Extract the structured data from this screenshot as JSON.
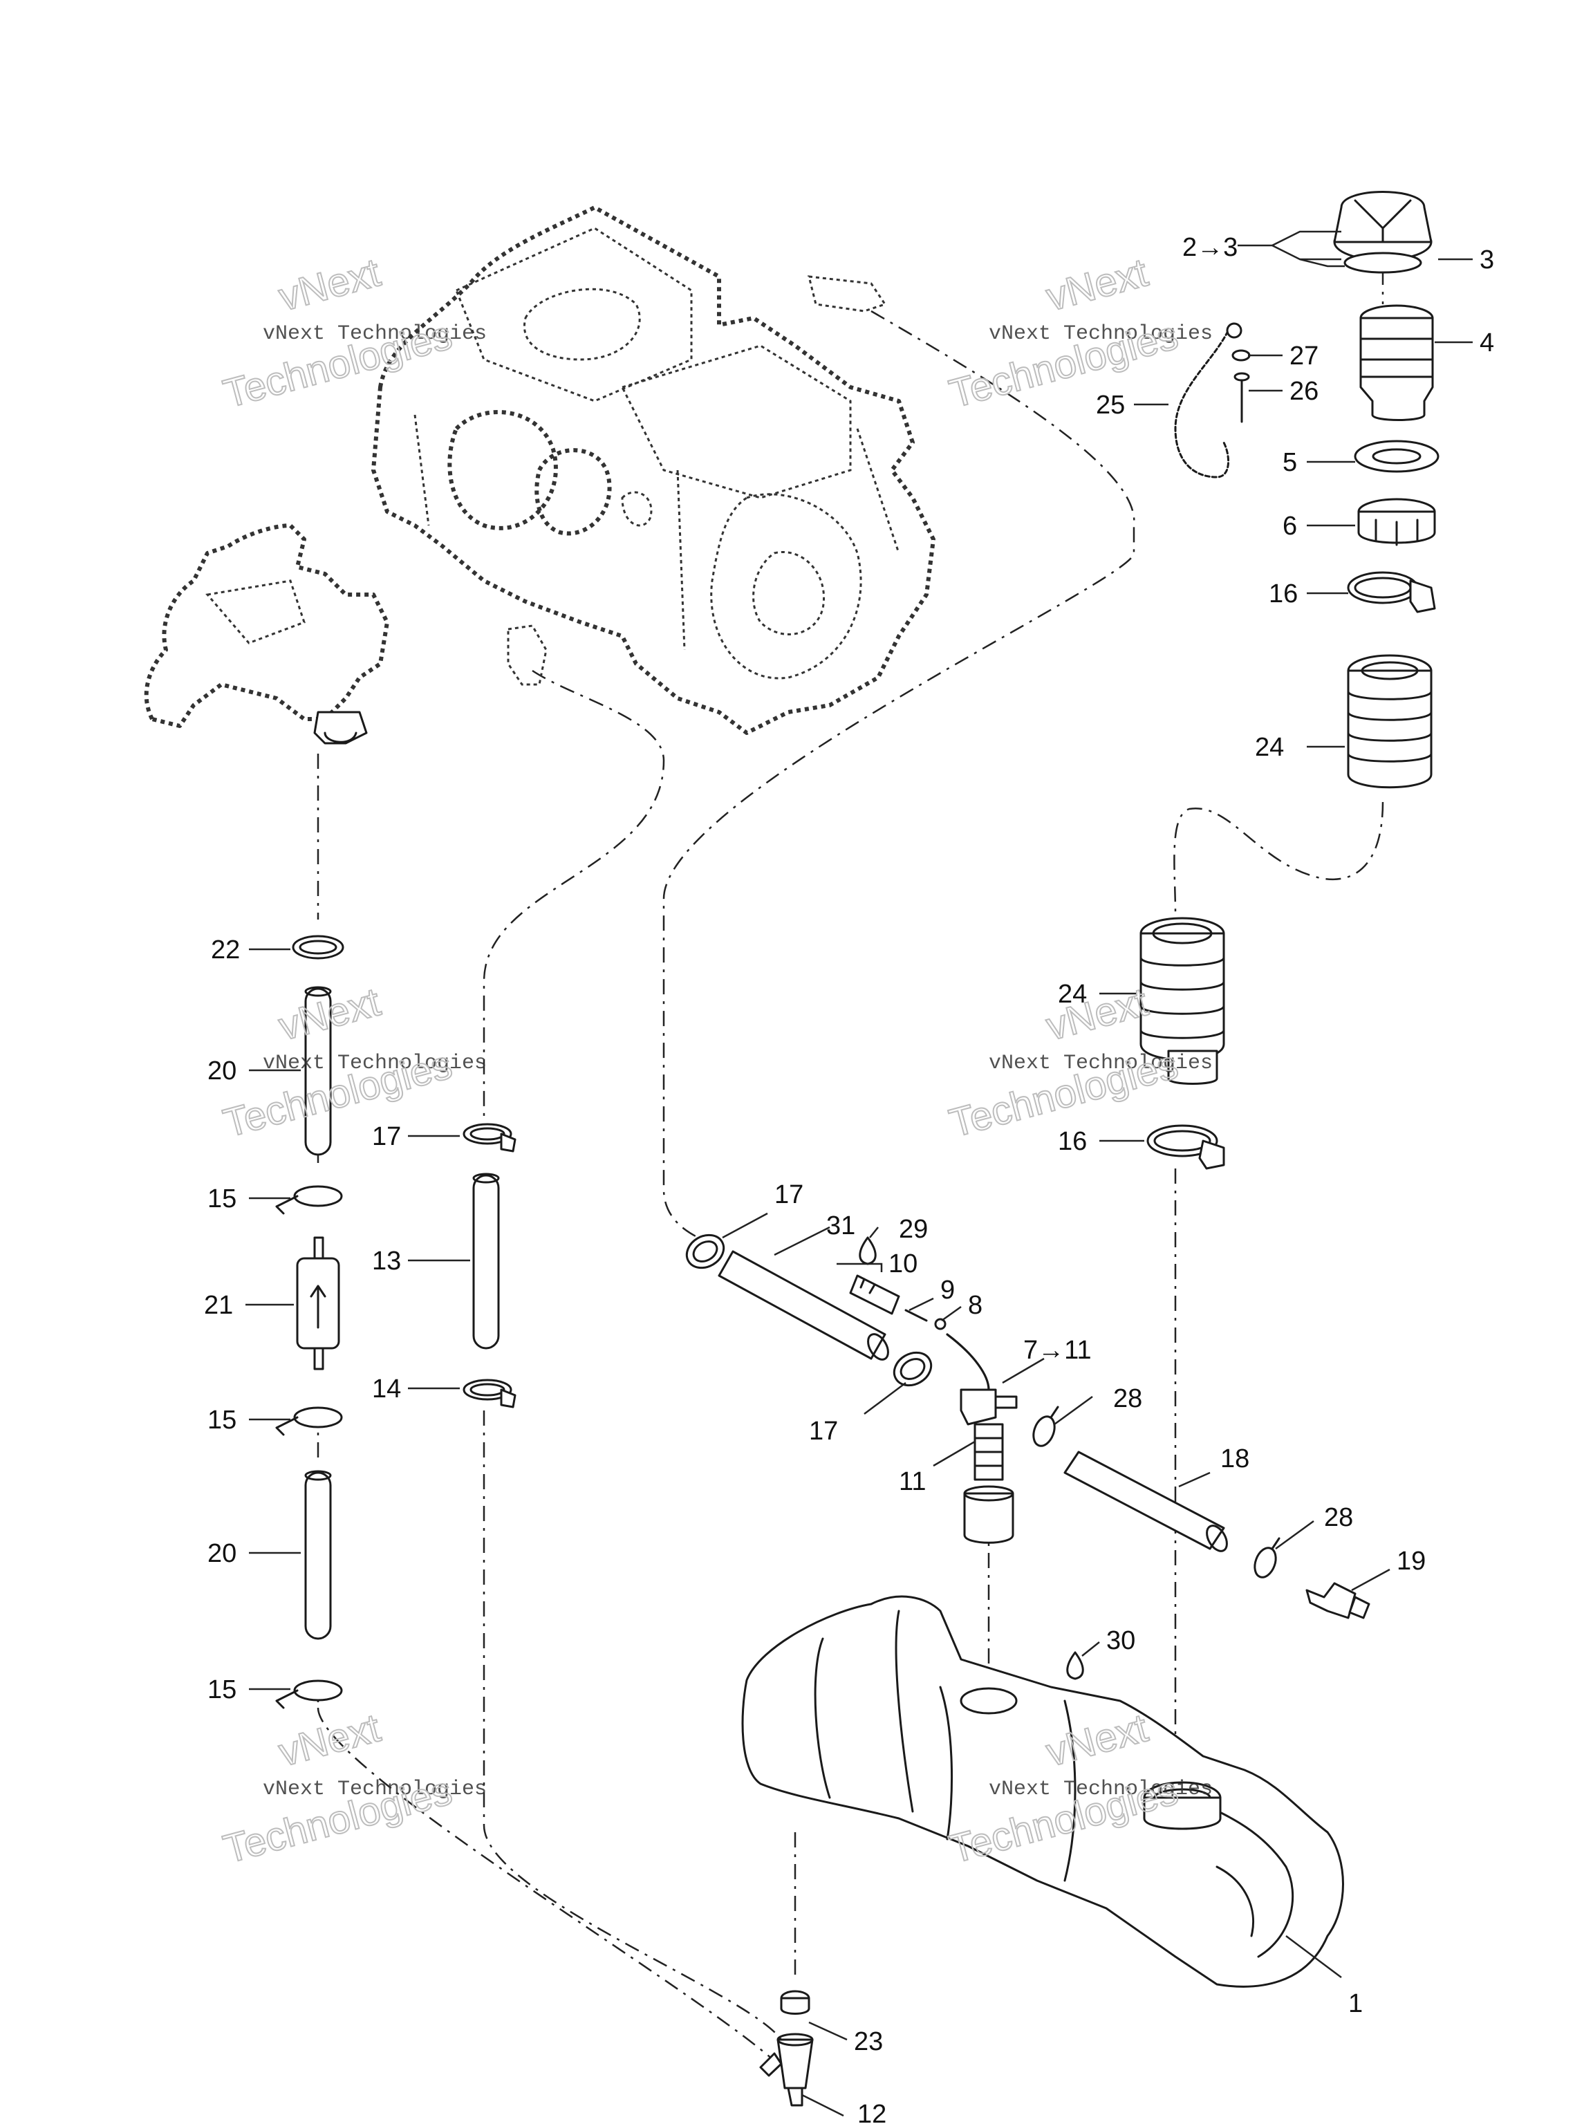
{
  "watermark": {
    "line1": "vNext Technologies",
    "line2_a": "vNext",
    "line2_b": "Technologies"
  },
  "callouts": {
    "c1": "1",
    "c2to3": "2→3",
    "c3": "3",
    "c4": "4",
    "c5": "5",
    "c6": "6",
    "c7to11": "7→11",
    "c8": "8",
    "c9": "9",
    "c10": "10",
    "c11": "11",
    "c12": "12",
    "c13": "13",
    "c14": "14",
    "c15a": "15",
    "c15b": "15",
    "c15c": "15",
    "c16a": "16",
    "c16b": "16",
    "c17a": "17",
    "c17b": "17",
    "c17c": "17",
    "c18": "18",
    "c19": "19",
    "c20a": "20",
    "c20b": "20",
    "c21": "21",
    "c22": "22",
    "c23": "23",
    "c24a": "24",
    "c24b": "24",
    "c25": "25",
    "c26": "26",
    "c27": "27",
    "c28a": "28",
    "c28b": "28",
    "c29": "29",
    "c30": "30",
    "c31": "31"
  }
}
